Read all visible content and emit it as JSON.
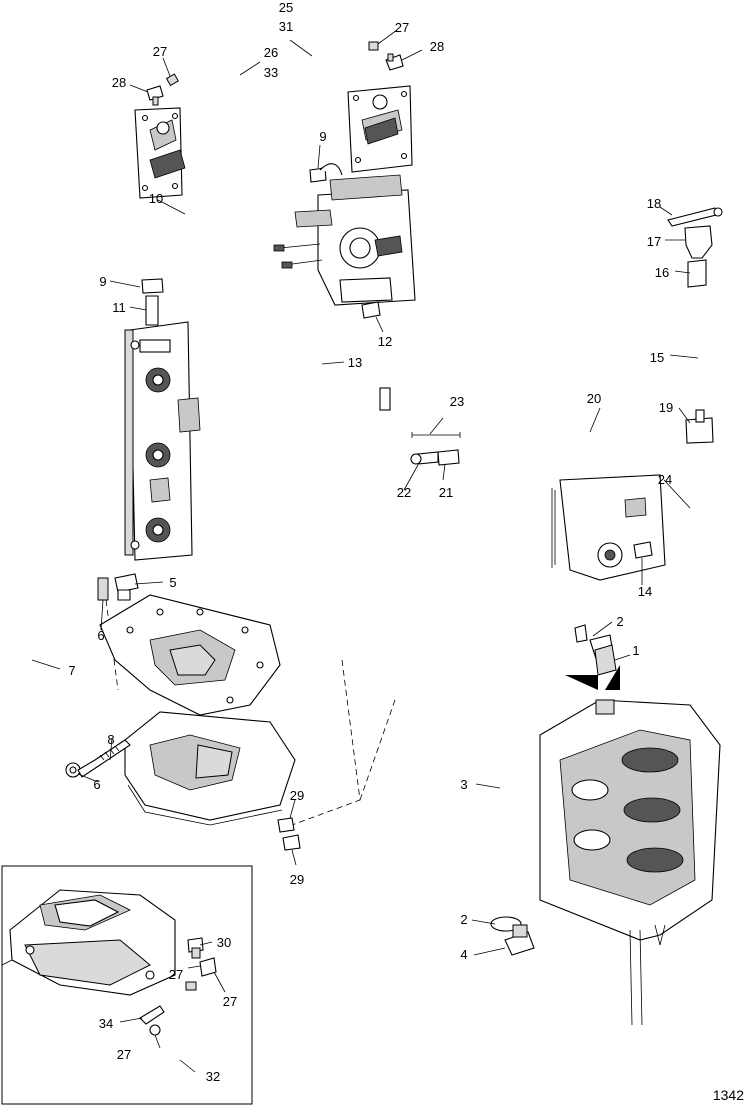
{
  "callouts": [
    {
      "label": "1"
    },
    {
      "label": "2"
    },
    {
      "label": "2"
    },
    {
      "label": "3"
    },
    {
      "label": "4"
    },
    {
      "label": "5"
    },
    {
      "label": "6"
    },
    {
      "label": "6"
    },
    {
      "label": "7"
    },
    {
      "label": "8"
    },
    {
      "label": "9"
    },
    {
      "label": "9"
    },
    {
      "label": "10"
    },
    {
      "label": "11"
    },
    {
      "label": "12"
    },
    {
      "label": "13"
    },
    {
      "label": "14"
    },
    {
      "label": "15"
    },
    {
      "label": "16"
    },
    {
      "label": "17"
    },
    {
      "label": "18"
    },
    {
      "label": "19"
    },
    {
      "label": "20"
    },
    {
      "label": "21"
    },
    {
      "label": "22"
    },
    {
      "label": "23"
    },
    {
      "label": "24"
    },
    {
      "label": "25"
    },
    {
      "label": "31"
    },
    {
      "label": "26"
    },
    {
      "label": "33"
    },
    {
      "label": "27"
    },
    {
      "label": "27"
    },
    {
      "label": "28"
    },
    {
      "label": "28"
    },
    {
      "label": "29"
    },
    {
      "label": "29"
    },
    {
      "label": "27"
    },
    {
      "label": "27"
    },
    {
      "label": "27"
    },
    {
      "label": "30"
    },
    {
      "label": "32"
    },
    {
      "label": "34"
    }
  ],
  "figure_number": "1342"
}
